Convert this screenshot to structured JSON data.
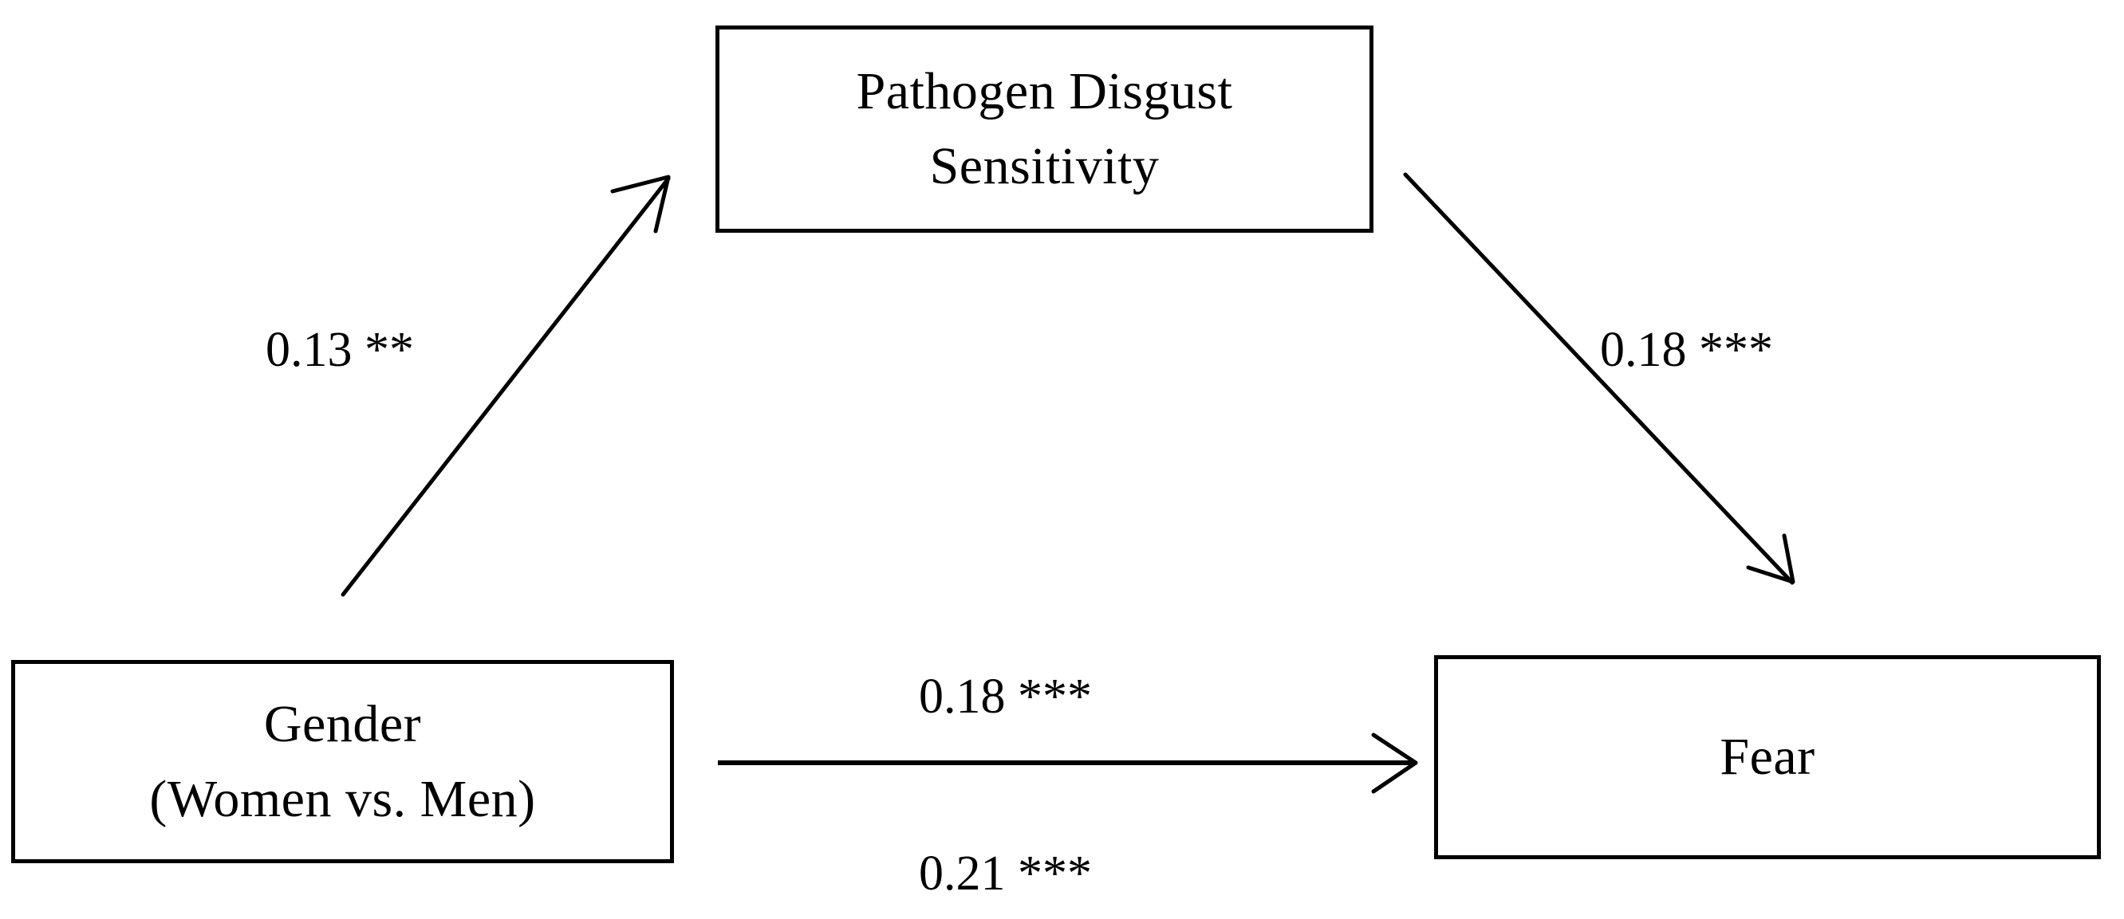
{
  "diagram": {
    "type": "mediation-path-model",
    "background_color": "#ffffff",
    "stroke_color": "#000000",
    "nodes": [
      {
        "id": "mediator",
        "name": "pathogen-disgust-sensitivity",
        "lines": [
          "Pathogen Disgust",
          "Sensitivity"
        ]
      },
      {
        "id": "predictor",
        "name": "gender",
        "lines": [
          "Gender",
          "(Women vs. Men)"
        ]
      },
      {
        "id": "outcome",
        "name": "fear",
        "lines": [
          "Fear"
        ]
      }
    ],
    "edges": [
      {
        "id": "a-path",
        "from": "predictor",
        "to": "mediator",
        "coefficient": "0.13",
        "significance": "**",
        "label": "0.13 **"
      },
      {
        "id": "b-path",
        "from": "mediator",
        "to": "outcome",
        "coefficient": "0.18",
        "significance": "***",
        "label": "0.18 ***"
      },
      {
        "id": "direct-effect",
        "from": "predictor",
        "to": "outcome",
        "coefficient": "0.18",
        "significance": "***",
        "label": "0.18 ***"
      },
      {
        "id": "total-effect",
        "from": "predictor",
        "to": "outcome",
        "coefficient": "0.21",
        "significance": "***",
        "label": "0.21 ***"
      }
    ]
  }
}
